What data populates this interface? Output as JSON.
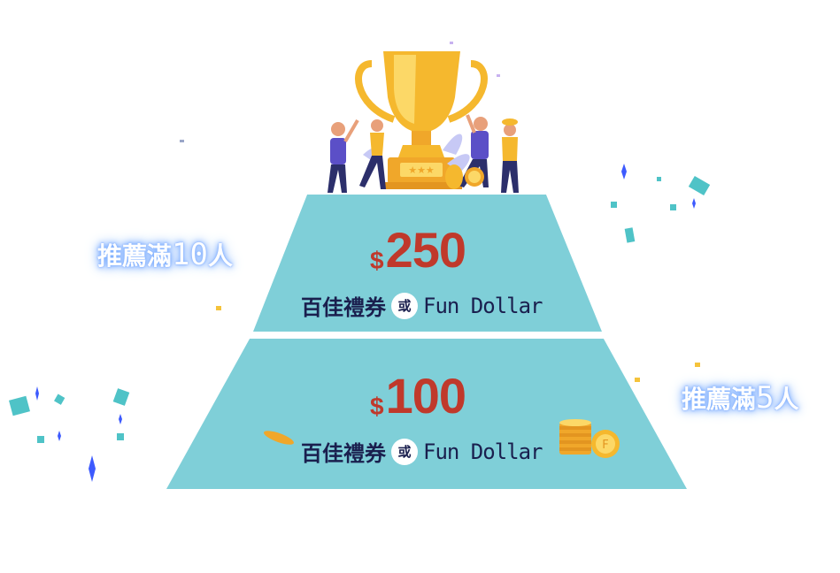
{
  "tiers": [
    {
      "price_currency": "$",
      "price_amount": "250",
      "reward_label": "百佳禮券",
      "or_label": "或",
      "fun_dollar_label": "Fun Dollar",
      "badge_label": "推薦滿",
      "badge_count": "10",
      "badge_unit": "人"
    },
    {
      "price_currency": "$",
      "price_amount": "100",
      "reward_label": "百佳禮券",
      "or_label": "或",
      "fun_dollar_label": "Fun Dollar",
      "badge_label": "推薦滿",
      "badge_count": "5",
      "badge_unit": "人"
    }
  ],
  "coin_letter": "F",
  "colors": {
    "tier": "#7fcfd8",
    "price": "#c0392b",
    "text": "#1a1f4e",
    "trophy": "#f5b82e",
    "confetti_teal": "#4fc3c7",
    "confetti_blue": "#3d5afe"
  },
  "icons": [
    "trophy-icon",
    "people-celebrating-icon",
    "coin-stack-icon",
    "coin-icon",
    "sparkle-icon"
  ]
}
